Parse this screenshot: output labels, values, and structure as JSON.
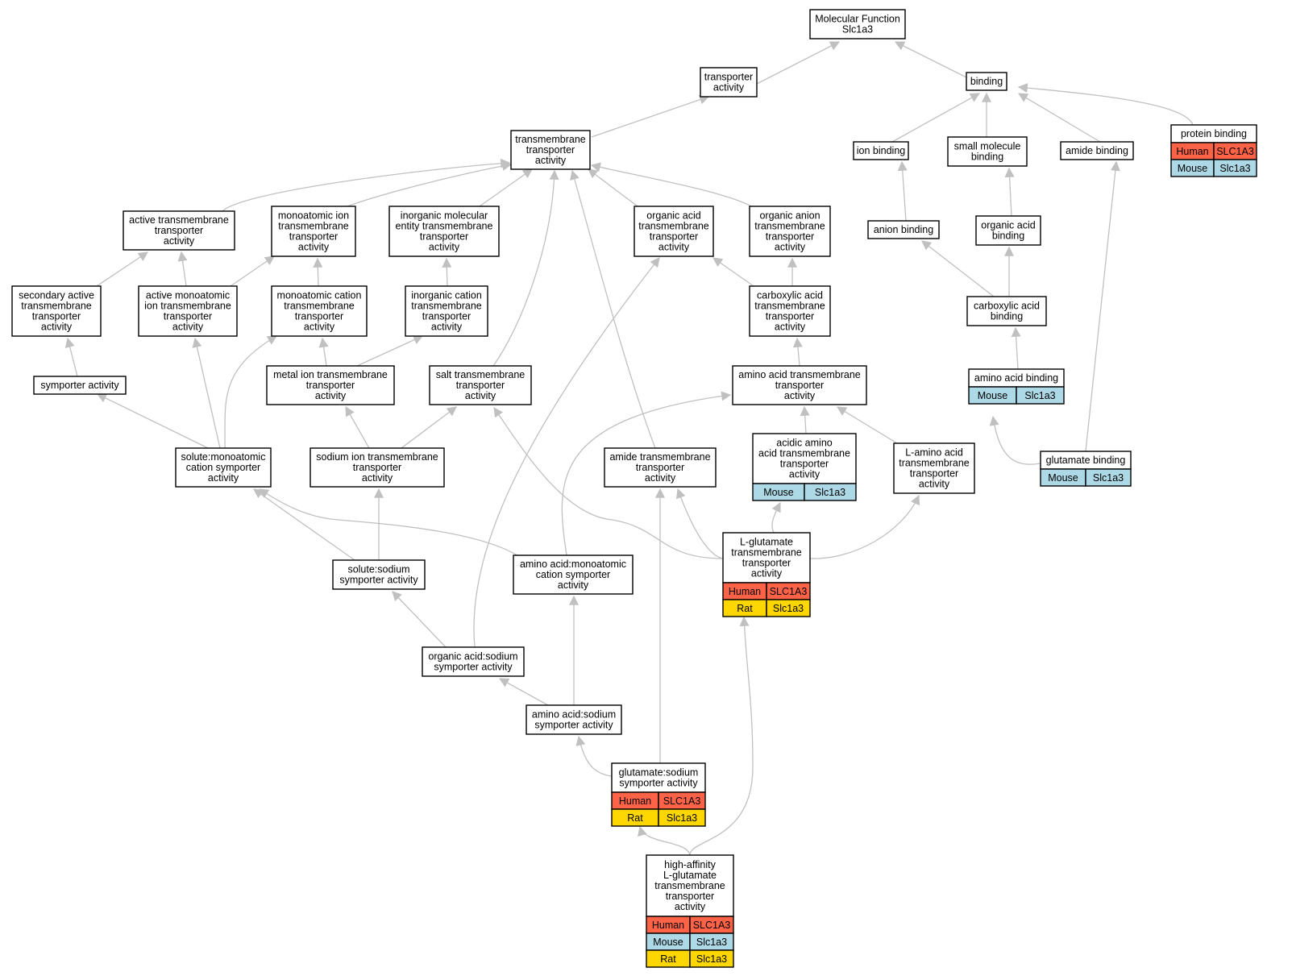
{
  "colors": {
    "edge": "#c0c0c0",
    "node_border": "#000000",
    "node_fill": "#ffffff",
    "human": "#ff6347",
    "mouse": "#add8e6",
    "rat": "#ffd700"
  },
  "nodes": [
    {
      "id": "molecular-function",
      "lines": [
        "Molecular Function",
        "Slc1a3"
      ]
    },
    {
      "id": "transporter-activity",
      "lines": [
        "transporter",
        "activity"
      ]
    },
    {
      "id": "binding",
      "lines": [
        "binding"
      ]
    },
    {
      "id": "transmembrane-transporter-activity",
      "lines": [
        "transmembrane",
        "transporter",
        "activity"
      ]
    },
    {
      "id": "ion-binding",
      "lines": [
        "ion binding"
      ]
    },
    {
      "id": "small-molecule-binding",
      "lines": [
        "small molecule",
        "binding"
      ]
    },
    {
      "id": "amide-binding",
      "lines": [
        "amide binding"
      ]
    },
    {
      "id": "protein-binding",
      "lines": [
        "protein binding"
      ],
      "annotations": [
        {
          "species": "Human",
          "gene": "SLC1A3"
        },
        {
          "species": "Mouse",
          "gene": "Slc1a3"
        }
      ]
    },
    {
      "id": "active-transmembrane-transporter-activity",
      "lines": [
        "active transmembrane",
        "transporter",
        "activity"
      ]
    },
    {
      "id": "monoatomic-ion-transmembrane-transporter-activity",
      "lines": [
        "monoatomic ion",
        "transmembrane",
        "transporter",
        "activity"
      ]
    },
    {
      "id": "inorganic-molecular-entity-transmembrane-transporter-activity",
      "lines": [
        "inorganic molecular",
        "entity transmembrane",
        "transporter",
        "activity"
      ]
    },
    {
      "id": "organic-acid-transmembrane-transporter-activity",
      "lines": [
        "organic acid",
        "transmembrane",
        "transporter",
        "activity"
      ]
    },
    {
      "id": "organic-anion-transmembrane-transporter-activity",
      "lines": [
        "organic anion",
        "transmembrane",
        "transporter",
        "activity"
      ]
    },
    {
      "id": "anion-binding",
      "lines": [
        "anion binding"
      ]
    },
    {
      "id": "organic-acid-binding",
      "lines": [
        "organic acid",
        "binding"
      ]
    },
    {
      "id": "secondary-active-transmembrane-transporter-activity",
      "lines": [
        "secondary active",
        "transmembrane",
        "transporter",
        "activity"
      ]
    },
    {
      "id": "active-monoatomic-ion-transmembrane-transporter-activity",
      "lines": [
        "active monoatomic",
        "ion transmembrane",
        "transporter",
        "activity"
      ]
    },
    {
      "id": "monoatomic-cation-transmembrane-transporter-activity",
      "lines": [
        "monoatomic cation",
        "transmembrane",
        "transporter",
        "activity"
      ]
    },
    {
      "id": "inorganic-cation-transmembrane-transporter-activity",
      "lines": [
        "inorganic cation",
        "transmembrane",
        "transporter",
        "activity"
      ]
    },
    {
      "id": "carboxylic-acid-transmembrane-transporter-activity",
      "lines": [
        "carboxylic acid",
        "transmembrane",
        "transporter",
        "activity"
      ]
    },
    {
      "id": "carboxylic-acid-binding",
      "lines": [
        "carboxylic acid",
        "binding"
      ]
    },
    {
      "id": "symporter-activity",
      "lines": [
        "symporter activity"
      ]
    },
    {
      "id": "metal-ion-transmembrane-transporter-activity",
      "lines": [
        "metal ion transmembrane",
        "transporter",
        "activity"
      ]
    },
    {
      "id": "salt-transmembrane-transporter-activity",
      "lines": [
        "salt transmembrane",
        "transporter",
        "activity"
      ]
    },
    {
      "id": "amino-acid-transmembrane-transporter-activity",
      "lines": [
        "amino acid transmembrane",
        "transporter",
        "activity"
      ]
    },
    {
      "id": "amino-acid-binding",
      "lines": [
        "amino acid binding"
      ],
      "annotations": [
        {
          "species": "Mouse",
          "gene": "Slc1a3"
        }
      ]
    },
    {
      "id": "solute-monoatomic-cation-symporter-activity",
      "lines": [
        "solute:monoatomic",
        "cation symporter",
        "activity"
      ]
    },
    {
      "id": "sodium-ion-transmembrane-transporter-activity",
      "lines": [
        "sodium ion transmembrane",
        "transporter",
        "activity"
      ]
    },
    {
      "id": "amide-transmembrane-transporter-activity",
      "lines": [
        "amide transmembrane",
        "transporter",
        "activity"
      ]
    },
    {
      "id": "acidic-amino-acid-transmembrane-transporter-activity",
      "lines": [
        "acidic amino",
        "acid transmembrane",
        "transporter",
        "activity"
      ],
      "annotations": [
        {
          "species": "Mouse",
          "gene": "Slc1a3"
        }
      ]
    },
    {
      "id": "l-amino-acid-transmembrane-transporter-activity",
      "lines": [
        "L-amino acid",
        "transmembrane",
        "transporter",
        "activity"
      ]
    },
    {
      "id": "glutamate-binding",
      "lines": [
        "glutamate binding"
      ],
      "annotations": [
        {
          "species": "Mouse",
          "gene": "Slc1a3"
        }
      ]
    },
    {
      "id": "solute-sodium-symporter-activity",
      "lines": [
        "solute:sodium",
        "symporter activity"
      ]
    },
    {
      "id": "amino-acid-monoatomic-cation-symporter-activity",
      "lines": [
        "amino acid:monoatomic",
        "cation symporter",
        "activity"
      ]
    },
    {
      "id": "l-glutamate-transmembrane-transporter-activity",
      "lines": [
        "L-glutamate",
        "transmembrane",
        "transporter",
        "activity"
      ],
      "annotations": [
        {
          "species": "Human",
          "gene": "SLC1A3"
        },
        {
          "species": "Rat",
          "gene": "Slc1a3"
        }
      ]
    },
    {
      "id": "organic-acid-sodium-symporter-activity",
      "lines": [
        "organic acid:sodium",
        "symporter activity"
      ]
    },
    {
      "id": "amino-acid-sodium-symporter-activity",
      "lines": [
        "amino acid:sodium",
        "symporter activity"
      ]
    },
    {
      "id": "glutamate-sodium-symporter-activity",
      "lines": [
        "glutamate:sodium",
        "symporter activity"
      ],
      "annotations": [
        {
          "species": "Human",
          "gene": "SLC1A3"
        },
        {
          "species": "Rat",
          "gene": "Slc1a3"
        }
      ]
    },
    {
      "id": "high-affinity-l-glutamate-transmembrane-transporter-activity",
      "lines": [
        "high-affinity",
        "L-glutamate",
        "transmembrane",
        "transporter",
        "activity"
      ],
      "annotations": [
        {
          "species": "Human",
          "gene": "SLC1A3"
        },
        {
          "species": "Mouse",
          "gene": "Slc1a3"
        },
        {
          "species": "Rat",
          "gene": "Slc1a3"
        }
      ]
    }
  ],
  "edges": [
    {
      "from": "transporter-activity",
      "to": "molecular-function"
    },
    {
      "from": "binding",
      "to": "molecular-function"
    },
    {
      "from": "transmembrane-transporter-activity",
      "to": "transporter-activity"
    },
    {
      "from": "ion-binding",
      "to": "binding"
    },
    {
      "from": "small-molecule-binding",
      "to": "binding"
    },
    {
      "from": "amide-binding",
      "to": "binding"
    },
    {
      "from": "protein-binding",
      "to": "binding"
    },
    {
      "from": "active-transmembrane-transporter-activity",
      "to": "transmembrane-transporter-activity"
    },
    {
      "from": "monoatomic-ion-transmembrane-transporter-activity",
      "to": "transmembrane-transporter-activity"
    },
    {
      "from": "inorganic-molecular-entity-transmembrane-transporter-activity",
      "to": "transmembrane-transporter-activity"
    },
    {
      "from": "organic-acid-transmembrane-transporter-activity",
      "to": "transmembrane-transporter-activity"
    },
    {
      "from": "organic-anion-transmembrane-transporter-activity",
      "to": "transmembrane-transporter-activity"
    },
    {
      "from": "salt-transmembrane-transporter-activity",
      "to": "transmembrane-transporter-activity"
    },
    {
      "from": "amide-transmembrane-transporter-activity",
      "to": "transmembrane-transporter-activity"
    },
    {
      "from": "anion-binding",
      "to": "ion-binding"
    },
    {
      "from": "organic-acid-binding",
      "to": "small-molecule-binding"
    },
    {
      "from": "glutamate-binding",
      "to": "amide-binding"
    },
    {
      "from": "secondary-active-transmembrane-transporter-activity",
      "to": "active-transmembrane-transporter-activity"
    },
    {
      "from": "active-monoatomic-ion-transmembrane-transporter-activity",
      "to": "active-transmembrane-transporter-activity"
    },
    {
      "from": "active-monoatomic-ion-transmembrane-transporter-activity",
      "to": "monoatomic-ion-transmembrane-transporter-activity"
    },
    {
      "from": "monoatomic-cation-transmembrane-transporter-activity",
      "to": "monoatomic-ion-transmembrane-transporter-activity"
    },
    {
      "from": "inorganic-cation-transmembrane-transporter-activity",
      "to": "inorganic-molecular-entity-transmembrane-transporter-activity"
    },
    {
      "from": "carboxylic-acid-transmembrane-transporter-activity",
      "to": "organic-acid-transmembrane-transporter-activity"
    },
    {
      "from": "carboxylic-acid-transmembrane-transporter-activity",
      "to": "organic-anion-transmembrane-transporter-activity"
    },
    {
      "from": "carboxylic-acid-binding",
      "to": "anion-binding"
    },
    {
      "from": "carboxylic-acid-binding",
      "to": "organic-acid-binding"
    },
    {
      "from": "symporter-activity",
      "to": "secondary-active-transmembrane-transporter-activity"
    },
    {
      "from": "metal-ion-transmembrane-transporter-activity",
      "to": "monoatomic-cation-transmembrane-transporter-activity"
    },
    {
      "from": "metal-ion-transmembrane-transporter-activity",
      "to": "inorganic-cation-transmembrane-transporter-activity"
    },
    {
      "from": "amino-acid-transmembrane-transporter-activity",
      "to": "carboxylic-acid-transmembrane-transporter-activity"
    },
    {
      "from": "amino-acid-binding",
      "to": "carboxylic-acid-binding"
    },
    {
      "from": "solute-monoatomic-cation-symporter-activity",
      "to": "symporter-activity"
    },
    {
      "from": "solute-monoatomic-cation-symporter-activity",
      "to": "active-monoatomic-ion-transmembrane-transporter-activity"
    },
    {
      "from": "solute-monoatomic-cation-symporter-activity",
      "to": "monoatomic-cation-transmembrane-transporter-activity"
    },
    {
      "from": "sodium-ion-transmembrane-transporter-activity",
      "to": "metal-ion-transmembrane-transporter-activity"
    },
    {
      "from": "sodium-ion-transmembrane-transporter-activity",
      "to": "salt-transmembrane-transporter-activity"
    },
    {
      "from": "acidic-amino-acid-transmembrane-transporter-activity",
      "to": "amino-acid-transmembrane-transporter-activity"
    },
    {
      "from": "l-amino-acid-transmembrane-transporter-activity",
      "to": "amino-acid-transmembrane-transporter-activity"
    },
    {
      "from": "glutamate-binding",
      "to": "amino-acid-binding"
    },
    {
      "from": "solute-sodium-symporter-activity",
      "to": "solute-monoatomic-cation-symporter-activity"
    },
    {
      "from": "solute-sodium-symporter-activity",
      "to": "sodium-ion-transmembrane-transporter-activity"
    },
    {
      "from": "amino-acid-monoatomic-cation-symporter-activity",
      "to": "solute-monoatomic-cation-symporter-activity"
    },
    {
      "from": "amino-acid-monoatomic-cation-symporter-activity",
      "to": "amino-acid-transmembrane-transporter-activity"
    },
    {
      "from": "l-glutamate-transmembrane-transporter-activity",
      "to": "salt-transmembrane-transporter-activity"
    },
    {
      "from": "l-glutamate-transmembrane-transporter-activity",
      "to": "amide-transmembrane-transporter-activity"
    },
    {
      "from": "l-glutamate-transmembrane-transporter-activity",
      "to": "acidic-amino-acid-transmembrane-transporter-activity"
    },
    {
      "from": "l-glutamate-transmembrane-transporter-activity",
      "to": "l-amino-acid-transmembrane-transporter-activity"
    },
    {
      "from": "organic-acid-sodium-symporter-activity",
      "to": "solute-sodium-symporter-activity"
    },
    {
      "from": "organic-acid-sodium-symporter-activity",
      "to": "organic-acid-transmembrane-transporter-activity"
    },
    {
      "from": "amino-acid-sodium-symporter-activity",
      "to": "organic-acid-sodium-symporter-activity"
    },
    {
      "from": "amino-acid-sodium-symporter-activity",
      "to": "amino-acid-monoatomic-cation-symporter-activity"
    },
    {
      "from": "glutamate-sodium-symporter-activity",
      "to": "amino-acid-sodium-symporter-activity"
    },
    {
      "from": "glutamate-sodium-symporter-activity",
      "to": "amide-transmembrane-transporter-activity"
    },
    {
      "from": "high-affinity-l-glutamate-transmembrane-transporter-activity",
      "to": "glutamate-sodium-symporter-activity"
    },
    {
      "from": "high-affinity-l-glutamate-transmembrane-transporter-activity",
      "to": "l-glutamate-transmembrane-transporter-activity"
    }
  ]
}
